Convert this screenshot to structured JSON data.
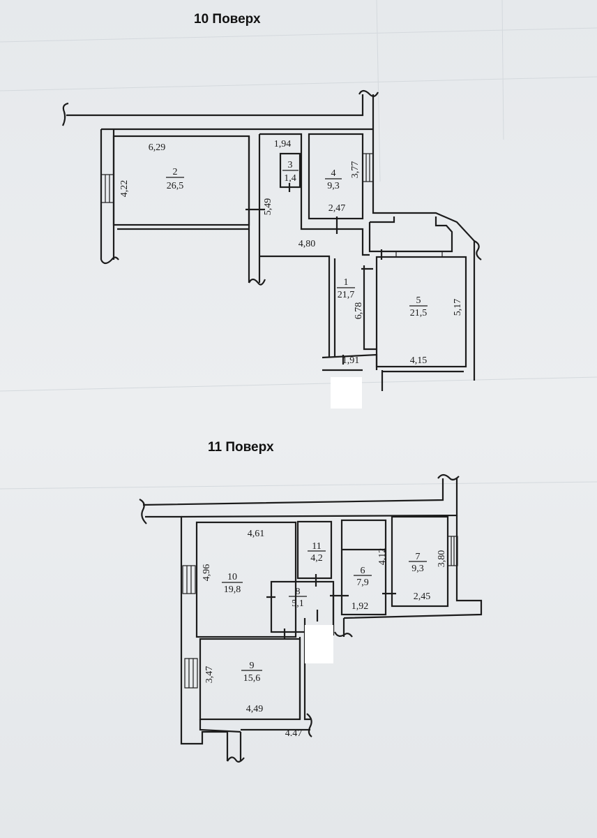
{
  "floors": [
    {
      "title": "10  Поверх",
      "rooms": [
        {
          "number": "2",
          "area": "26,5"
        },
        {
          "number": "3",
          "area": "1,4"
        },
        {
          "number": "4",
          "area": "9,3"
        },
        {
          "number": "1",
          "area": "21,7"
        },
        {
          "number": "5",
          "area": "21,5"
        }
      ],
      "dimensions": [
        "6,29",
        "4,22",
        "5,49",
        "1,94",
        "3,77",
        "2,47",
        "4,80",
        "6,78",
        "5,17",
        "1,91",
        "4,15"
      ]
    },
    {
      "title": "11  Поверх",
      "rooms": [
        {
          "number": "10",
          "area": "19,8"
        },
        {
          "number": "11",
          "area": "4,2"
        },
        {
          "number": "8",
          "area": "5,1"
        },
        {
          "number": "6",
          "area": "7,9"
        },
        {
          "number": "7",
          "area": "9,3"
        },
        {
          "number": "9",
          "area": "15,6"
        }
      ],
      "dimensions": [
        "4,61",
        "4,96",
        "4,12",
        "3,80",
        "1,92",
        "2,45",
        "3,47",
        "4,49",
        "4.47"
      ]
    }
  ]
}
